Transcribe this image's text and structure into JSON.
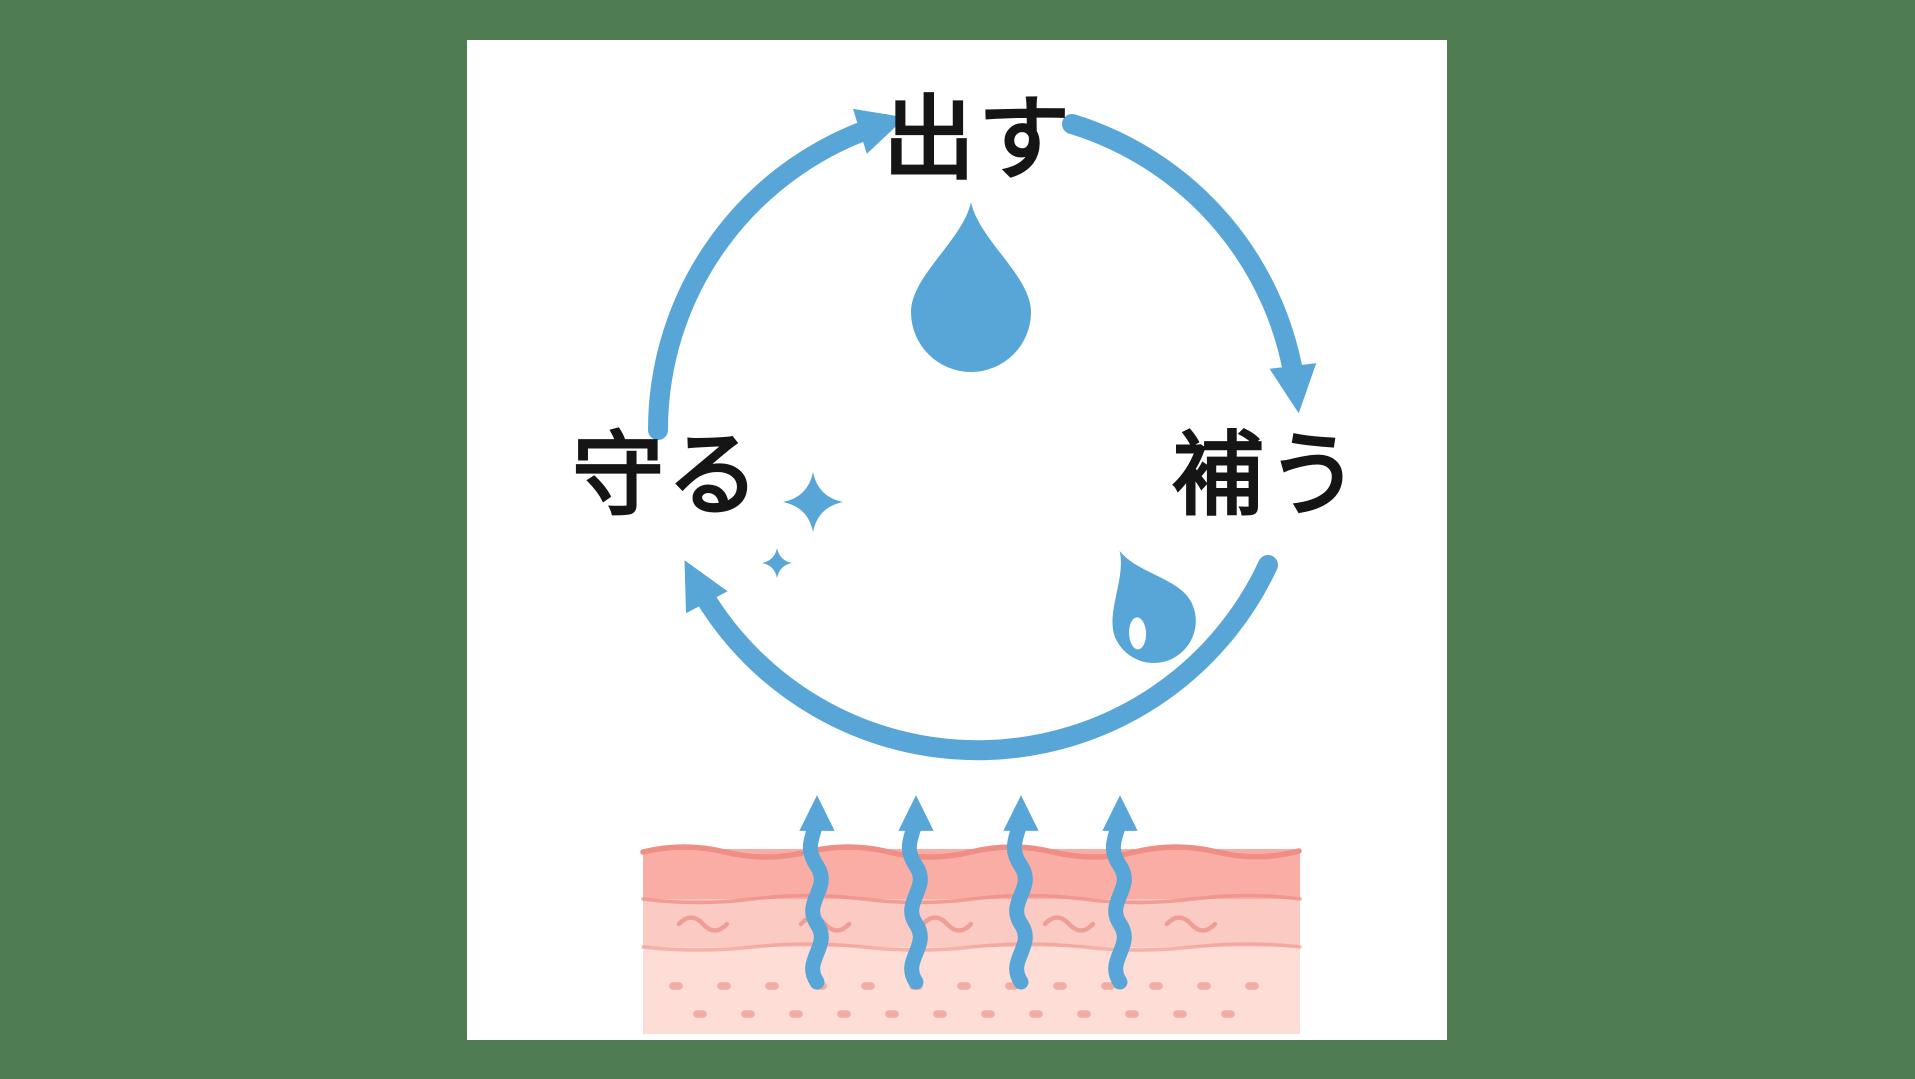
{
  "cycle": {
    "steps": [
      {
        "position": "top",
        "label": "出す"
      },
      {
        "position": "right",
        "label": "補う"
      },
      {
        "position": "left",
        "label": "守る"
      }
    ]
  },
  "icons": {
    "center": "water-drop-icon",
    "near_right_label": "water-drop-highlight-icon",
    "near_left_label": "sparkle-icon",
    "bottom": "skin-cross-section-illustration",
    "from_skin": "rising-moisture-arrow-icons"
  },
  "colors": {
    "bg": "#4f7c50",
    "panel": "#ffffff",
    "blue": "#58a6d8",
    "ink": "#151515",
    "skin1": "#f9ada4",
    "skin2": "#fbcac2",
    "skin3": "#fdddd5",
    "skinline": "#ee8e85",
    "squiggle": "#ef9e95",
    "dot": "#f2aba2"
  }
}
